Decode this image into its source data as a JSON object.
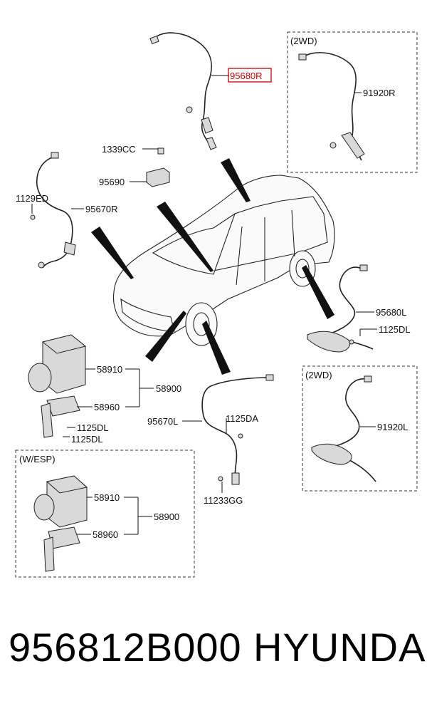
{
  "labels": {
    "sensor_front_right": "95680R",
    "sensor_2wd_right": "91920R",
    "bolt_1339": "1339CC",
    "bracket_95690": "95690",
    "bolt_1129": "1129ED",
    "sensor_rear_right": "95670R",
    "sensor_front_left": "95680L",
    "bolt_1125dl_right": "1125DL",
    "abs_58910": "58910",
    "abs_58900": "58900",
    "abs_58960": "58960",
    "bolt_1125dl_a": "1125DL",
    "bolt_1125dl_b": "1125DL",
    "sensor_rear_left": "95670L",
    "bolt_1125da": "1125DA",
    "sensor_2wd_left": "91920L",
    "bolt_11233": "11233GG",
    "esp_58910": "58910",
    "esp_58900": "58900",
    "esp_58960": "58960"
  },
  "boxes": {
    "top_right": "(2WD)",
    "right": "(2WD)",
    "esp": "(W/ESP)"
  },
  "highlight_color": "#cc0000",
  "footer": {
    "part_number": "956812B000",
    "brand": "HYUNDAI"
  }
}
